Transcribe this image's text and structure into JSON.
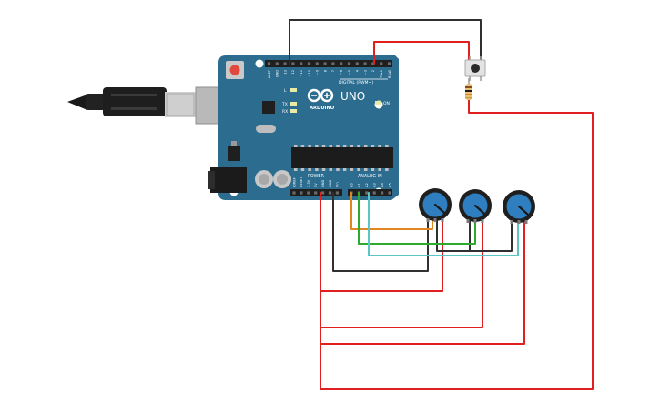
{
  "board": {
    "model": "UNO",
    "brand": "ARDUINO",
    "digital_label": "DIGITAL (PWM~)",
    "power_label": "POWER",
    "analog_label": "ANALOG IN",
    "led_l": "L",
    "led_tx": "TX",
    "led_rx": "RX",
    "led_on": "ON",
    "pins_digital": [
      "AREF",
      "GND",
      "13",
      "12",
      "~11",
      "~10",
      "~9",
      "8",
      "7",
      "~6",
      "~5",
      "4",
      "~3",
      "2",
      "TX▸1",
      "RX◂0"
    ],
    "pins_power": [
      "IOREF",
      "RESET",
      "3.3V",
      "5V",
      "GND",
      "GND",
      "Vin"
    ],
    "pins_analog": [
      "A0",
      "A1",
      "A2",
      "A3",
      "A4",
      "A5"
    ]
  },
  "components": {
    "potentiometers": 3,
    "pushbutton": "pushbutton",
    "resistor": "resistor",
    "usb": "usb-cable"
  },
  "colors": {
    "board": "#2b6c8f",
    "wire_red": "#e02020",
    "wire_black": "#303030",
    "wire_orange": "#e0871f",
    "wire_green": "#2eaa2e",
    "wire_cyan": "#5cc6c6",
    "pot_knob": "#2f7fc0"
  }
}
